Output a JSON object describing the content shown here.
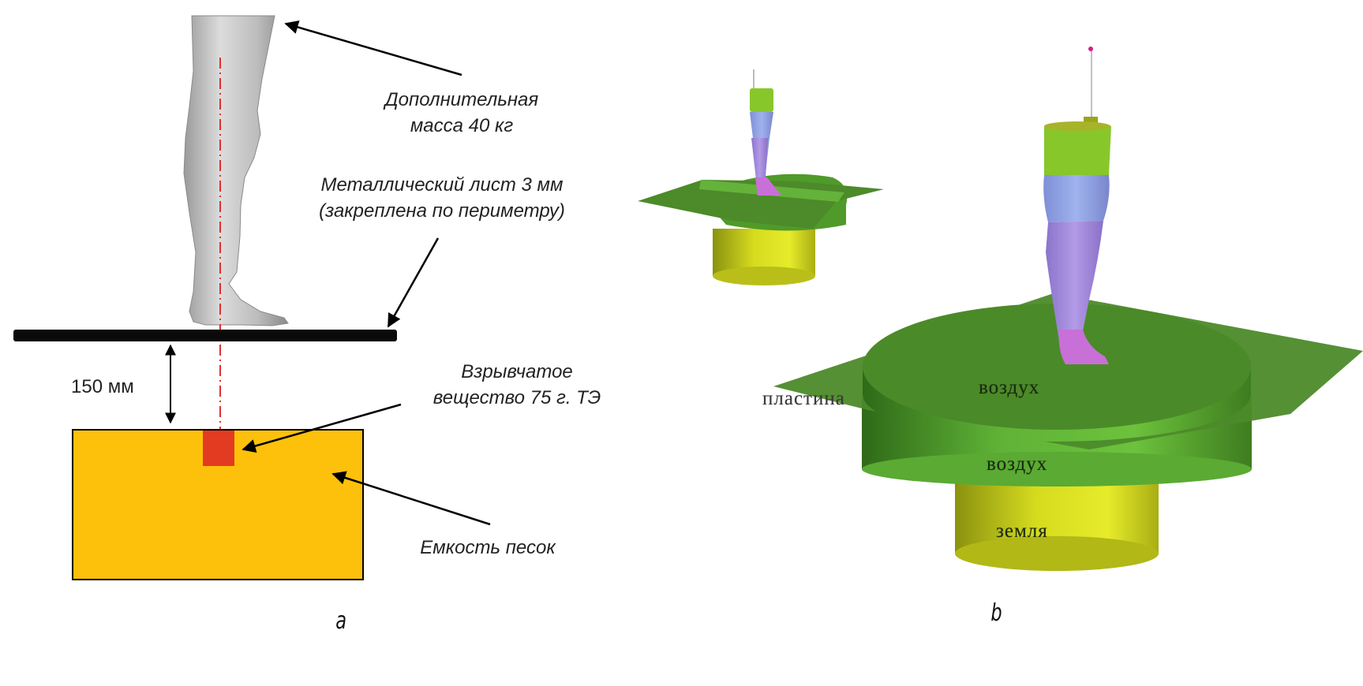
{
  "panel_a": {
    "labels": {
      "extra_mass_line1": "Дополнительная",
      "extra_mass_line2": "масса 40 кг",
      "metal_sheet_line1": "Металлический лист  3 мм",
      "metal_sheet_line2": "(закреплена по периметру)",
      "gap": "150 мм",
      "explosive_line1": "Взрывчатое",
      "explosive_line2": "вещество 75 г. ТЭ",
      "sand_container": "Емкость песок"
    },
    "colors": {
      "sand": "#FDC10B",
      "explosive": "#E33A22",
      "plate": "#0a0a0a",
      "axis": "#E03030",
      "leg": "#c8c8c8"
    },
    "caption": "a"
  },
  "panel_b": {
    "labels": {
      "plate": "пластина",
      "air_top": "воздух",
      "air_bottom": "воздух",
      "ground": "земля"
    },
    "colors": {
      "air_dark": "#4c8a2a",
      "air_light": "#5fb236",
      "ground": "#d6db1e",
      "leg_blue": "#8fa5e6",
      "leg_violet": "#a98be0",
      "leg_top": "#88c72a",
      "foot": "#c870d8"
    },
    "caption": "b"
  }
}
